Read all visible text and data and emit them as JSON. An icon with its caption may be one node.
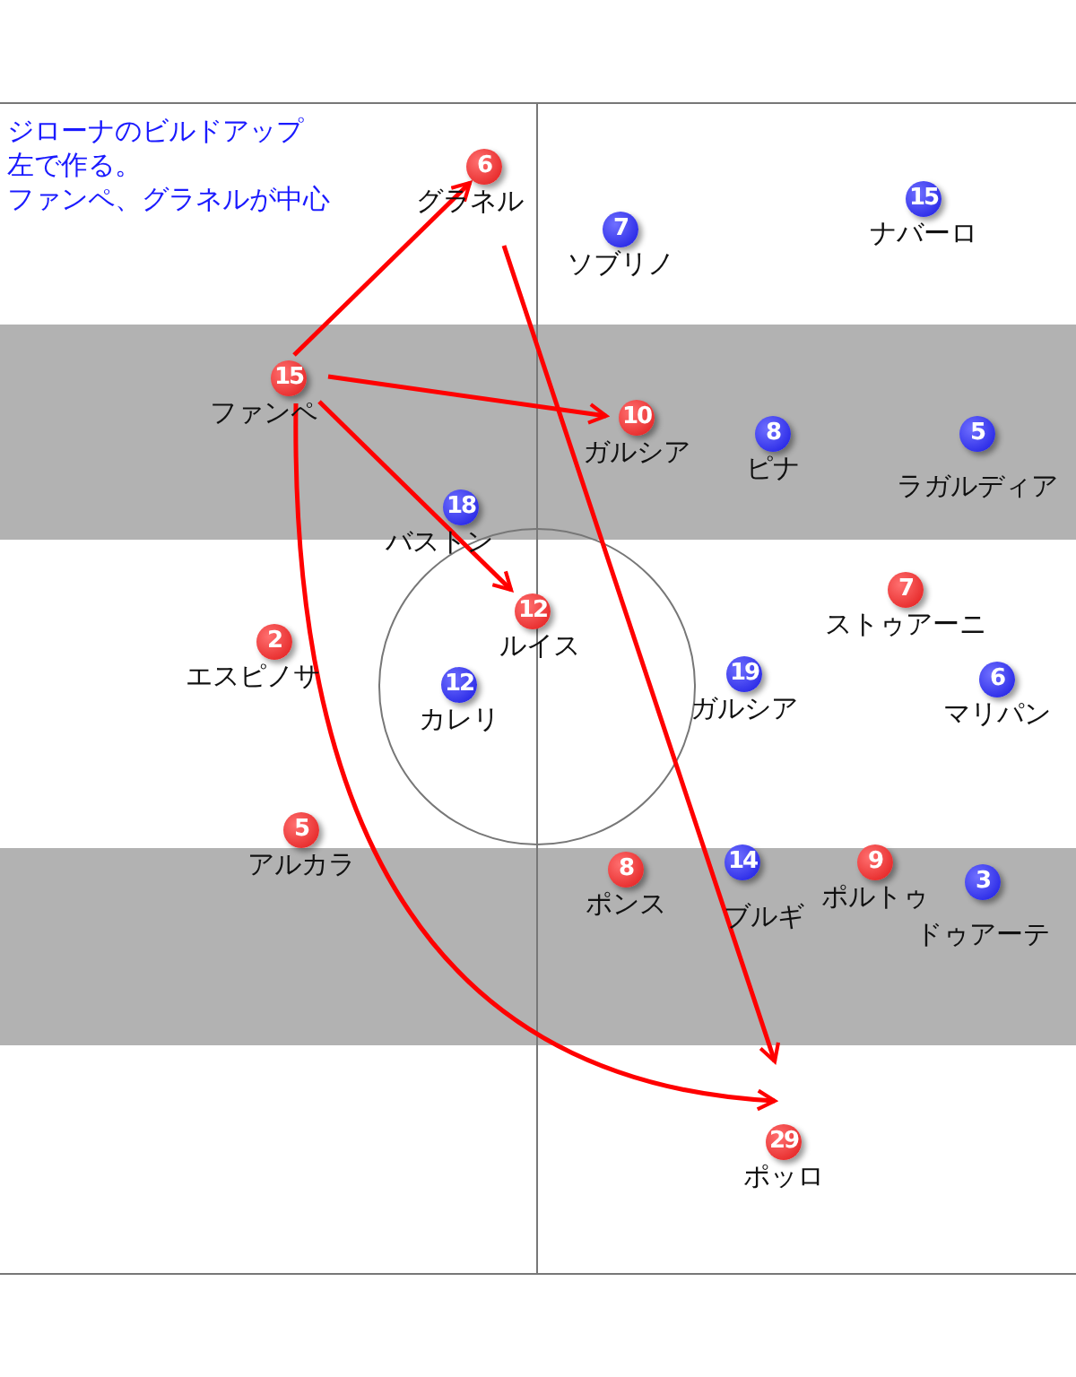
{
  "diagram": {
    "nodes": [
      {
        "text": [
          "6"
        ],
        "beside": [
          "グラネル"
        ]
      },
      {
        "text": [
          "15"
        ],
        "beside": [
          "ファンペ"
        ]
      },
      {
        "text": [
          "10"
        ],
        "beside": [
          "ガルシア"
        ]
      },
      {
        "text": [
          "12"
        ],
        "beside": [
          "ルイス"
        ]
      },
      {
        "text": [
          "2"
        ],
        "beside": [
          "エスピノサ"
        ]
      },
      {
        "text": [
          "5"
        ],
        "beside": [
          "アルカラ"
        ]
      },
      {
        "text": [
          "8"
        ],
        "beside": [
          "ポンス"
        ]
      },
      {
        "text": [
          "9"
        ],
        "beside": [
          "ポルトゥ"
        ]
      },
      {
        "text": [
          "7"
        ],
        "beside": [
          "ストゥアーニ"
        ]
      },
      {
        "text": [
          "29"
        ],
        "beside": [
          "ポッロ"
        ]
      },
      {
        "text": [
          "7"
        ],
        "beside": [
          "ソブリノ"
        ]
      },
      {
        "text": [
          "15"
        ],
        "beside": [
          "ナバーロ"
        ]
      },
      {
        "text": [
          "8"
        ],
        "beside": [
          "ピナ"
        ]
      },
      {
        "text": [
          "5"
        ],
        "beside": [
          "ラガルディア"
        ]
      },
      {
        "text": [
          "18"
        ],
        "beside": [
          "バストン"
        ]
      },
      {
        "text": [
          "12"
        ],
        "beside": [
          "カレリ"
        ]
      },
      {
        "text": [
          "19"
        ],
        "beside": [
          "ガルシア"
        ]
      },
      {
        "text": [
          "6"
        ],
        "beside": [
          "マリパン"
        ]
      },
      {
        "text": [
          "14"
        ],
        "beside": [
          "ブルギ"
        ]
      },
      {
        "text": [
          "3"
        ],
        "beside": [
          "ドゥアーテ"
        ]
      }
    ],
    "edges": [
      {
        "from": 1,
        "to": 0,
        "arrow": "to",
        "color": "#ff0000"
      },
      {
        "from": 1,
        "to": 2,
        "arrow": "to",
        "color": "#ff0000"
      },
      {
        "from": 1,
        "to": 3,
        "arrow": "to",
        "color": "#ff0000"
      },
      {
        "from": 1,
        "to": 9,
        "arrow": "to",
        "color": "#ff0000"
      },
      {
        "from": 0,
        "to": 9,
        "arrow": "to",
        "color": "#ff0000"
      }
    ],
    "labels": [
      "ジローナのビルドアップ",
      "左で作る。",
      "ファンペ、グラネルが中心"
    ]
  }
}
